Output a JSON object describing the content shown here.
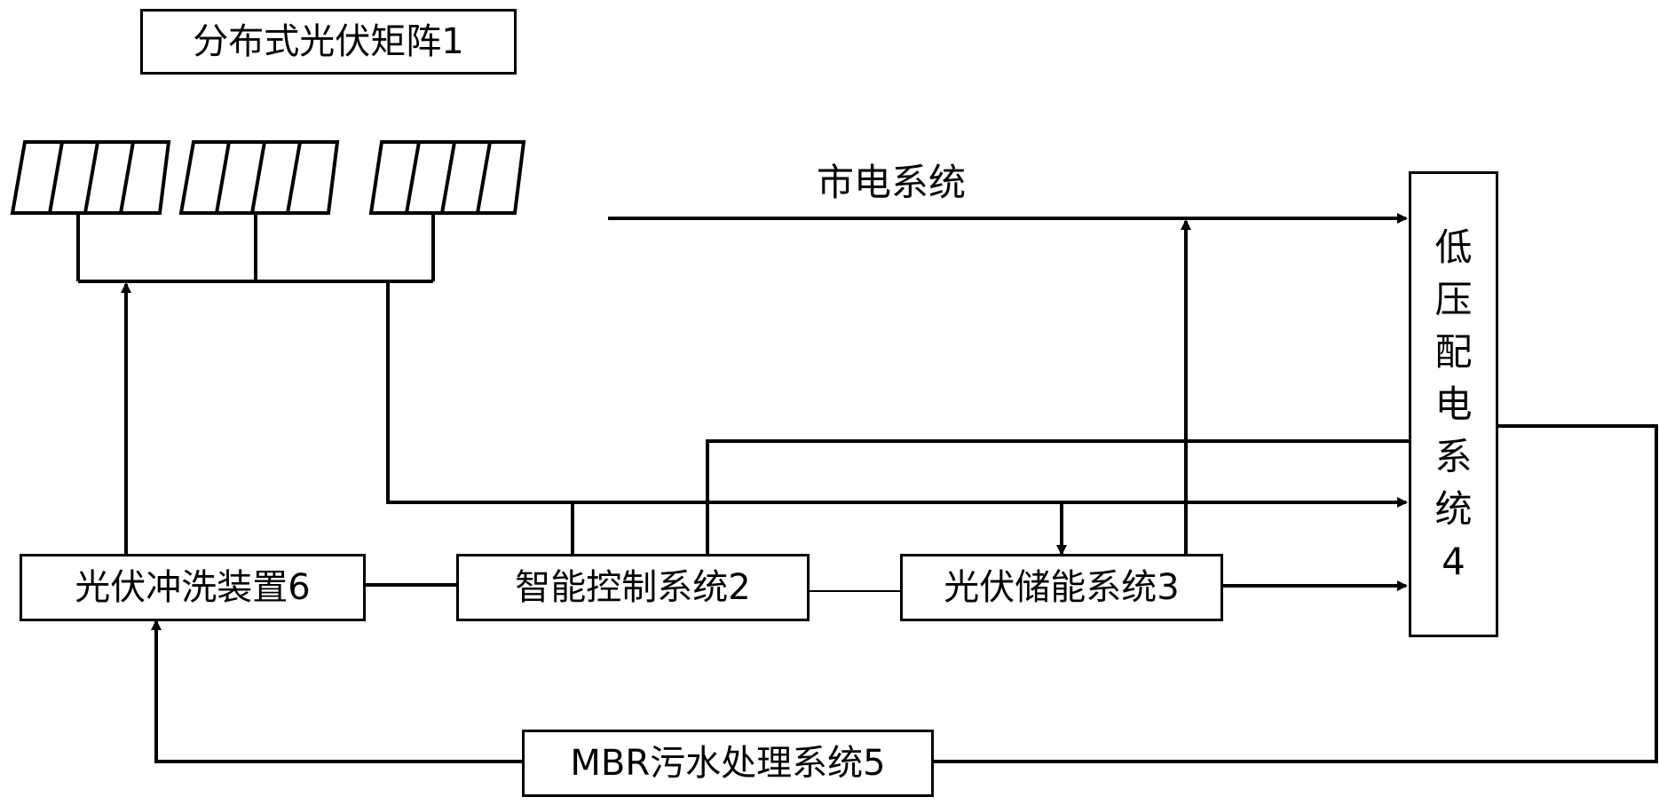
{
  "nodes": {
    "pv_array": "分布式光伏矩阵1",
    "grid": "市电系统",
    "low_voltage": [
      "低",
      "压",
      "配",
      "电",
      "系",
      "统",
      "4"
    ],
    "pv_wash": "光伏冲洗装置6",
    "smart_control": "智能控制系统2",
    "pv_storage": "光伏储能系统3",
    "mbr": "MBR污水处理系统5"
  }
}
